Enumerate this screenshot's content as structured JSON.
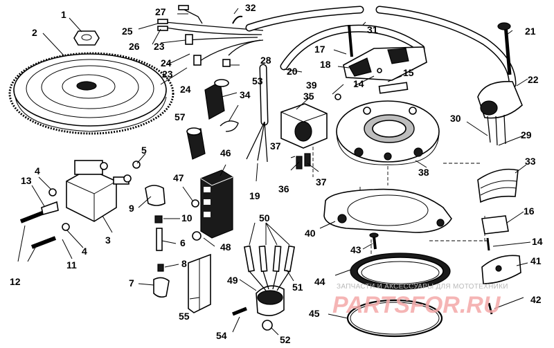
{
  "callouts": [
    "1",
    "2",
    "3",
    "4",
    "4",
    "5",
    "6",
    "7",
    "8",
    "9",
    "10",
    "11",
    "12",
    "13",
    "14",
    "14",
    "15",
    "16",
    "17",
    "18",
    "19",
    "20",
    "21",
    "22",
    "23",
    "23",
    "24",
    "24",
    "25",
    "26",
    "27",
    "28",
    "29",
    "30",
    "31",
    "32",
    "33",
    "34",
    "35",
    "36",
    "37",
    "37",
    "38",
    "39",
    "40",
    "41",
    "42",
    "43",
    "44",
    "45",
    "46",
    "47",
    "48",
    "49",
    "50",
    "51",
    "52",
    "53",
    "54",
    "55",
    "57"
  ],
  "watermark": {
    "caption": "ЗАПЧАСТИ И АКСЕССУАРЫ ДЛЯ МОТОТЕХНИКИ",
    "site": "PARTSFOR.RU"
  },
  "colors": {
    "ink": "#000000",
    "watermark_red": "#f4a9a9",
    "watermark_gray": "#b9b9b9"
  }
}
